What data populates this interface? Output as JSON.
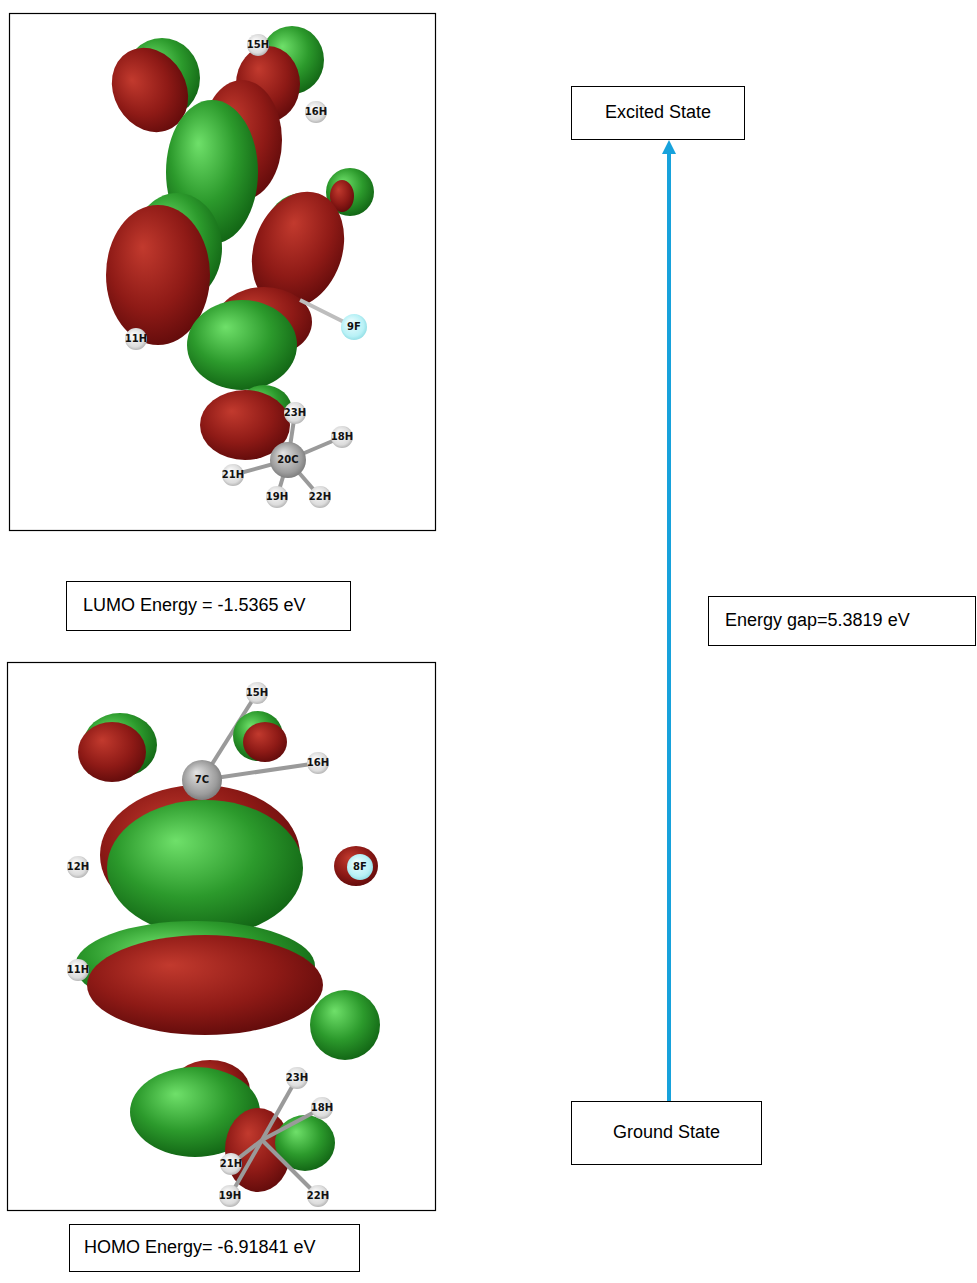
{
  "diagram": {
    "nodes": [
      {
        "text": [
          "Excited State"
        ]
      },
      {
        "text": [
          "LUMO Energy = -1.5365 eV"
        ]
      },
      {
        "text": [
          "Energy gap=5.3819 eV"
        ]
      },
      {
        "text": [
          "Ground State"
        ]
      },
      {
        "text": [
          "HOMO Energy= -6.91841 eV"
        ]
      }
    ],
    "edges": [
      {
        "from": 3,
        "to": 0,
        "arrow": "to"
      }
    ],
    "labels": [
      "15H",
      "16H",
      "9F",
      "11H",
      "23H",
      "18H",
      "21H",
      "20C",
      "19H",
      "22H",
      "15H",
      "16H",
      "7C",
      "12H",
      "8F",
      "11H",
      "23H",
      "18H",
      "21H",
      "19H",
      "22H"
    ]
  }
}
